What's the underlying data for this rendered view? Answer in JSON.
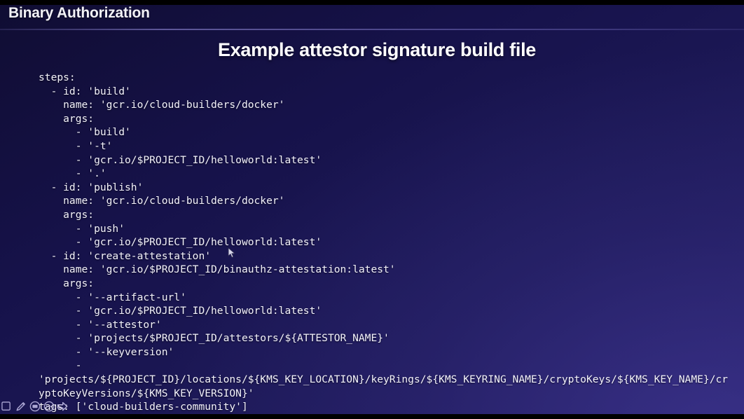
{
  "deck": {
    "title": "Binary Authorization"
  },
  "slide": {
    "heading": "Example attestor signature build file",
    "code_lines": [
      "steps:",
      "  - id: 'build'",
      "    name: 'gcr.io/cloud-builders/docker'",
      "    args:",
      "      - 'build'",
      "      - '-t'",
      "      - 'gcr.io/$PROJECT_ID/helloworld:latest'",
      "      - '.'",
      "  - id: 'publish'",
      "    name: 'gcr.io/cloud-builders/docker'",
      "    args:",
      "      - 'push'",
      "      - 'gcr.io/$PROJECT_ID/helloworld:latest'",
      "  - id: 'create-attestation'",
      "    name: 'gcr.io/$PROJECT_ID/binauthz-attestation:latest'",
      "    args:",
      "      - '--artifact-url'",
      "      - 'gcr.io/$PROJECT_ID/helloworld:latest'",
      "      - '--attestor'",
      "      - 'projects/$PROJECT_ID/attestors/${ATTESTOR_NAME}'",
      "      - '--keyversion'",
      "      -",
      "'projects/${PROJECT_ID}/locations/${KMS_KEY_LOCATION}/keyRings/${KMS_KEYRING_NAME}/cryptoKeys/${KMS_KEY_NAME}/cryptoKeyVersions/${KMS_KEY_VERSION}'",
      "tags: ['cloud-builders-community']"
    ]
  },
  "toolbar": {
    "items": [
      {
        "icon": "cursor-pointer-icon",
        "label": "Pointer"
      },
      {
        "icon": "pen-icon",
        "label": "Pen"
      },
      {
        "icon": "caption-icon",
        "label": "Captions"
      },
      {
        "icon": "more-options-icon",
        "label": "More options"
      },
      {
        "icon": "next-slide-arrow-icon",
        "label": "Next slide"
      }
    ]
  },
  "colors": {
    "background_dark": "#100d33",
    "background_light": "#241e66",
    "text": "#f3f2fb",
    "rule": "#8c84d2",
    "letterbox": "#000000"
  }
}
